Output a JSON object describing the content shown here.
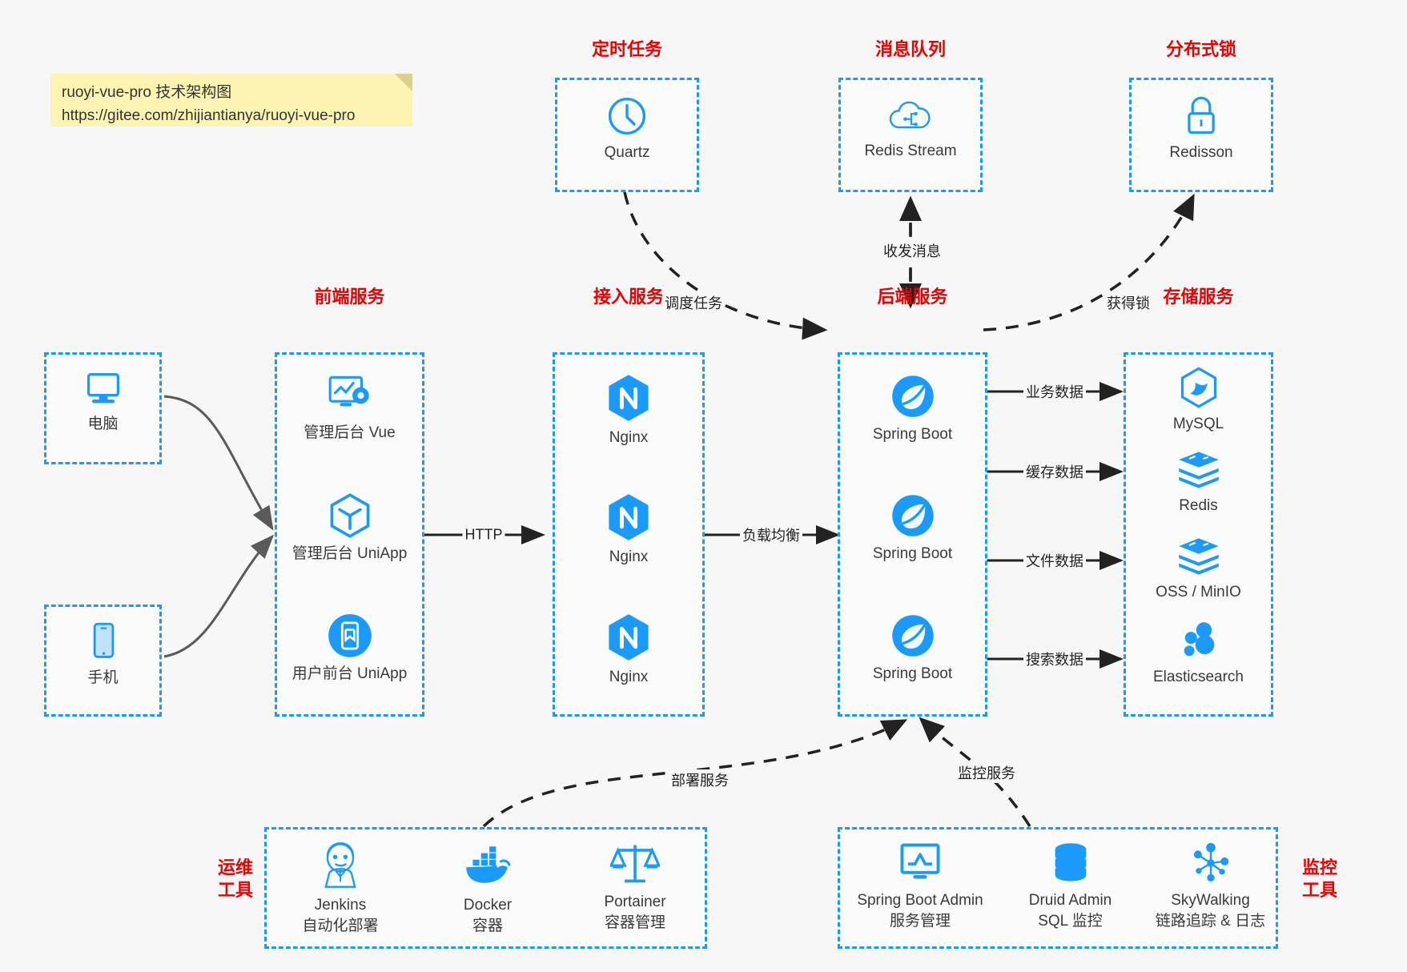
{
  "note": {
    "line1": "ruoyi-vue-pro 技术架构图",
    "line2": "https://gitee.com/zhijiantianya/ruoyi-vue-pro"
  },
  "colors": {
    "accent": "#1a9bfc",
    "group_title": "#ee0000",
    "text": "#3a3a3a",
    "note_bg": "#fcf4b0",
    "canvas_bg": "#f7f7f7",
    "wire": "#222222",
    "client_wire": "#5a5a5a"
  },
  "groups": {
    "scheduler": {
      "title": "定时任务",
      "nodes": [
        {
          "icon": "clock-icon",
          "label": "Quartz"
        }
      ]
    },
    "mq": {
      "title": "消息队列",
      "nodes": [
        {
          "icon": "cloud-stream-icon",
          "label": "Redis Stream"
        }
      ]
    },
    "lock": {
      "title": "分布式锁",
      "nodes": [
        {
          "icon": "lock-icon",
          "label": "Redisson"
        }
      ]
    },
    "client_pc": {
      "nodes": [
        {
          "icon": "desktop-icon",
          "label": "电脑"
        }
      ]
    },
    "client_mobile": {
      "nodes": [
        {
          "icon": "phone-icon",
          "label": "手机"
        }
      ]
    },
    "frontend": {
      "title": "前端服务",
      "nodes": [
        {
          "icon": "dashboard-gear-icon",
          "label": "管理后台 Vue"
        },
        {
          "icon": "cube-icon",
          "label": "管理后台 UniApp"
        },
        {
          "icon": "mobile-app-icon",
          "label": "用户前台 UniApp"
        }
      ]
    },
    "gateway": {
      "title": "接入服务",
      "nodes": [
        {
          "icon": "nginx-icon",
          "label": "Nginx"
        },
        {
          "icon": "nginx-icon",
          "label": "Nginx"
        },
        {
          "icon": "nginx-icon",
          "label": "Nginx"
        }
      ]
    },
    "backend": {
      "title": "后端服务",
      "nodes": [
        {
          "icon": "spring-leaf-icon",
          "label": "Spring Boot"
        },
        {
          "icon": "spring-leaf-icon",
          "label": "Spring Boot"
        },
        {
          "icon": "spring-leaf-icon",
          "label": "Spring Boot"
        }
      ]
    },
    "storage": {
      "title": "存储服务",
      "nodes": [
        {
          "icon": "mysql-icon",
          "label": "MySQL"
        },
        {
          "icon": "stack-icon",
          "label": "Redis"
        },
        {
          "icon": "stack-icon",
          "label": "OSS / MinIO"
        },
        {
          "icon": "elasticsearch-icon",
          "label": "Elasticsearch"
        }
      ]
    },
    "devops": {
      "title": "运维\n工具",
      "title_l1": "运维",
      "title_l2": "工具",
      "nodes": [
        {
          "icon": "jenkins-icon",
          "label": "Jenkins",
          "sub": "自动化部署"
        },
        {
          "icon": "docker-icon",
          "label": "Docker",
          "sub": "容器"
        },
        {
          "icon": "scales-icon",
          "label": "Portainer",
          "sub": "容器管理"
        }
      ]
    },
    "monitor": {
      "title_l1": "监控",
      "title_l2": "工具",
      "nodes": [
        {
          "icon": "monitor-chart-icon",
          "label": "Spring Boot Admin",
          "sub": "服务管理"
        },
        {
          "icon": "database-icon",
          "label": "Druid Admin",
          "sub": "SQL 监控"
        },
        {
          "icon": "skywalking-icon",
          "label": "SkyWalking",
          "sub": "链路追踪 & 日志"
        }
      ]
    }
  },
  "edges": {
    "http": "HTTP",
    "load_balance": "负载均衡",
    "schedule_task": "调度任务",
    "send_receive_message": "收发消息",
    "acquire_lock": "获得锁",
    "business_data": "业务数据",
    "cache_data": "缓存数据",
    "file_data": "文件数据",
    "search_data": "搜索数据",
    "deploy_service": "部署服务",
    "monitor_service": "监控服务"
  }
}
